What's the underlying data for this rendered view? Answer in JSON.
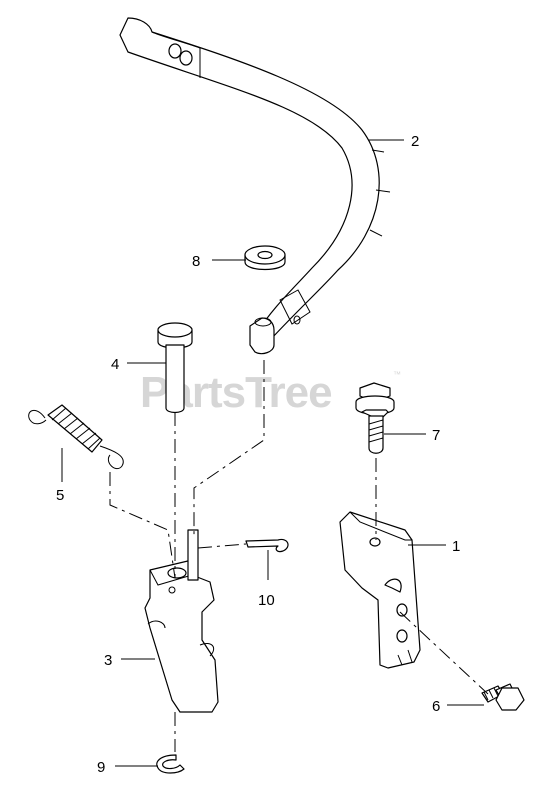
{
  "watermark": {
    "text": "PartsTree",
    "tm": "™"
  },
  "callouts": [
    {
      "id": "1",
      "label": "1"
    },
    {
      "id": "2",
      "label": "2"
    },
    {
      "id": "3",
      "label": "3"
    },
    {
      "id": "4",
      "label": "4"
    },
    {
      "id": "5",
      "label": "5"
    },
    {
      "id": "6",
      "label": "6"
    },
    {
      "id": "7",
      "label": "7"
    },
    {
      "id": "8",
      "label": "8"
    },
    {
      "id": "9",
      "label": "9"
    },
    {
      "id": "10",
      "label": "10"
    }
  ]
}
